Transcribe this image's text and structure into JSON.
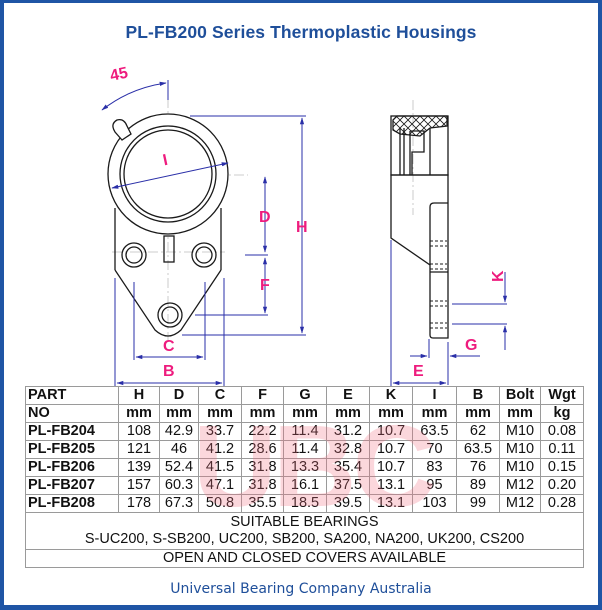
{
  "title": "PL-FB200 Series Thermoplastic Housings",
  "drawing": {
    "labels": {
      "angle": "45",
      "I": "I",
      "D": "D",
      "H": "H",
      "F": "F",
      "C": "C",
      "B": "B",
      "K": "K",
      "G": "G",
      "E": "E"
    },
    "colors": {
      "outline": "#1a1a1a",
      "dimension": "#2a2fa8",
      "label": "#ee1c7e"
    }
  },
  "table": {
    "headers": [
      {
        "top": "PART",
        "bottom": "NO"
      },
      {
        "top": "H",
        "bottom": "mm"
      },
      {
        "top": "D",
        "bottom": "mm"
      },
      {
        "top": "C",
        "bottom": "mm"
      },
      {
        "top": "F",
        "bottom": "mm"
      },
      {
        "top": "G",
        "bottom": "mm"
      },
      {
        "top": "E",
        "bottom": "mm"
      },
      {
        "top": "K",
        "bottom": "mm"
      },
      {
        "top": "I",
        "bottom": "mm"
      },
      {
        "top": "B",
        "bottom": "mm"
      },
      {
        "top": "Bolt",
        "bottom": "mm"
      },
      {
        "top": "Wgt",
        "bottom": "kg"
      }
    ],
    "rows": [
      [
        "PL-FB204",
        "108",
        "42.9",
        "33.7",
        "22.2",
        "11.4",
        "31.2",
        "10.7",
        "63.5",
        "62",
        "M10",
        "0.08"
      ],
      [
        "PL-FB205",
        "121",
        "46",
        "41.2",
        "28.6",
        "11.4",
        "32.8",
        "10.7",
        "70",
        "63.5",
        "M10",
        "0.11"
      ],
      [
        "PL-FB206",
        "139",
        "52.4",
        "41.5",
        "31.8",
        "13.3",
        "35.4",
        "10.7",
        "83",
        "76",
        "M10",
        "0.15"
      ],
      [
        "PL-FB207",
        "157",
        "60.3",
        "47.1",
        "31.8",
        "16.1",
        "37.5",
        "13.1",
        "95",
        "89",
        "M12",
        "0.20"
      ],
      [
        "PL-FB208",
        "178",
        "67.3",
        "50.8",
        "35.5",
        "18.5",
        "39.5",
        "13.1",
        "103",
        "99",
        "M12",
        "0.28"
      ]
    ],
    "suitable_bearings_title": "SUITABLE BEARINGS",
    "suitable_bearings": "S-UC200, S-SB200, UC200, SB200, SA200, NA200, UK200, CS200",
    "covers_note": "OPEN AND CLOSED COVERS AVAILABLE"
  },
  "watermark": "UBC",
  "footer": "Universal Bearing Company Australia",
  "colors": {
    "frame": "#1f55a5",
    "title": "#1f4f9a",
    "grid": "#9a9a9a",
    "watermark": "#f06e82"
  }
}
